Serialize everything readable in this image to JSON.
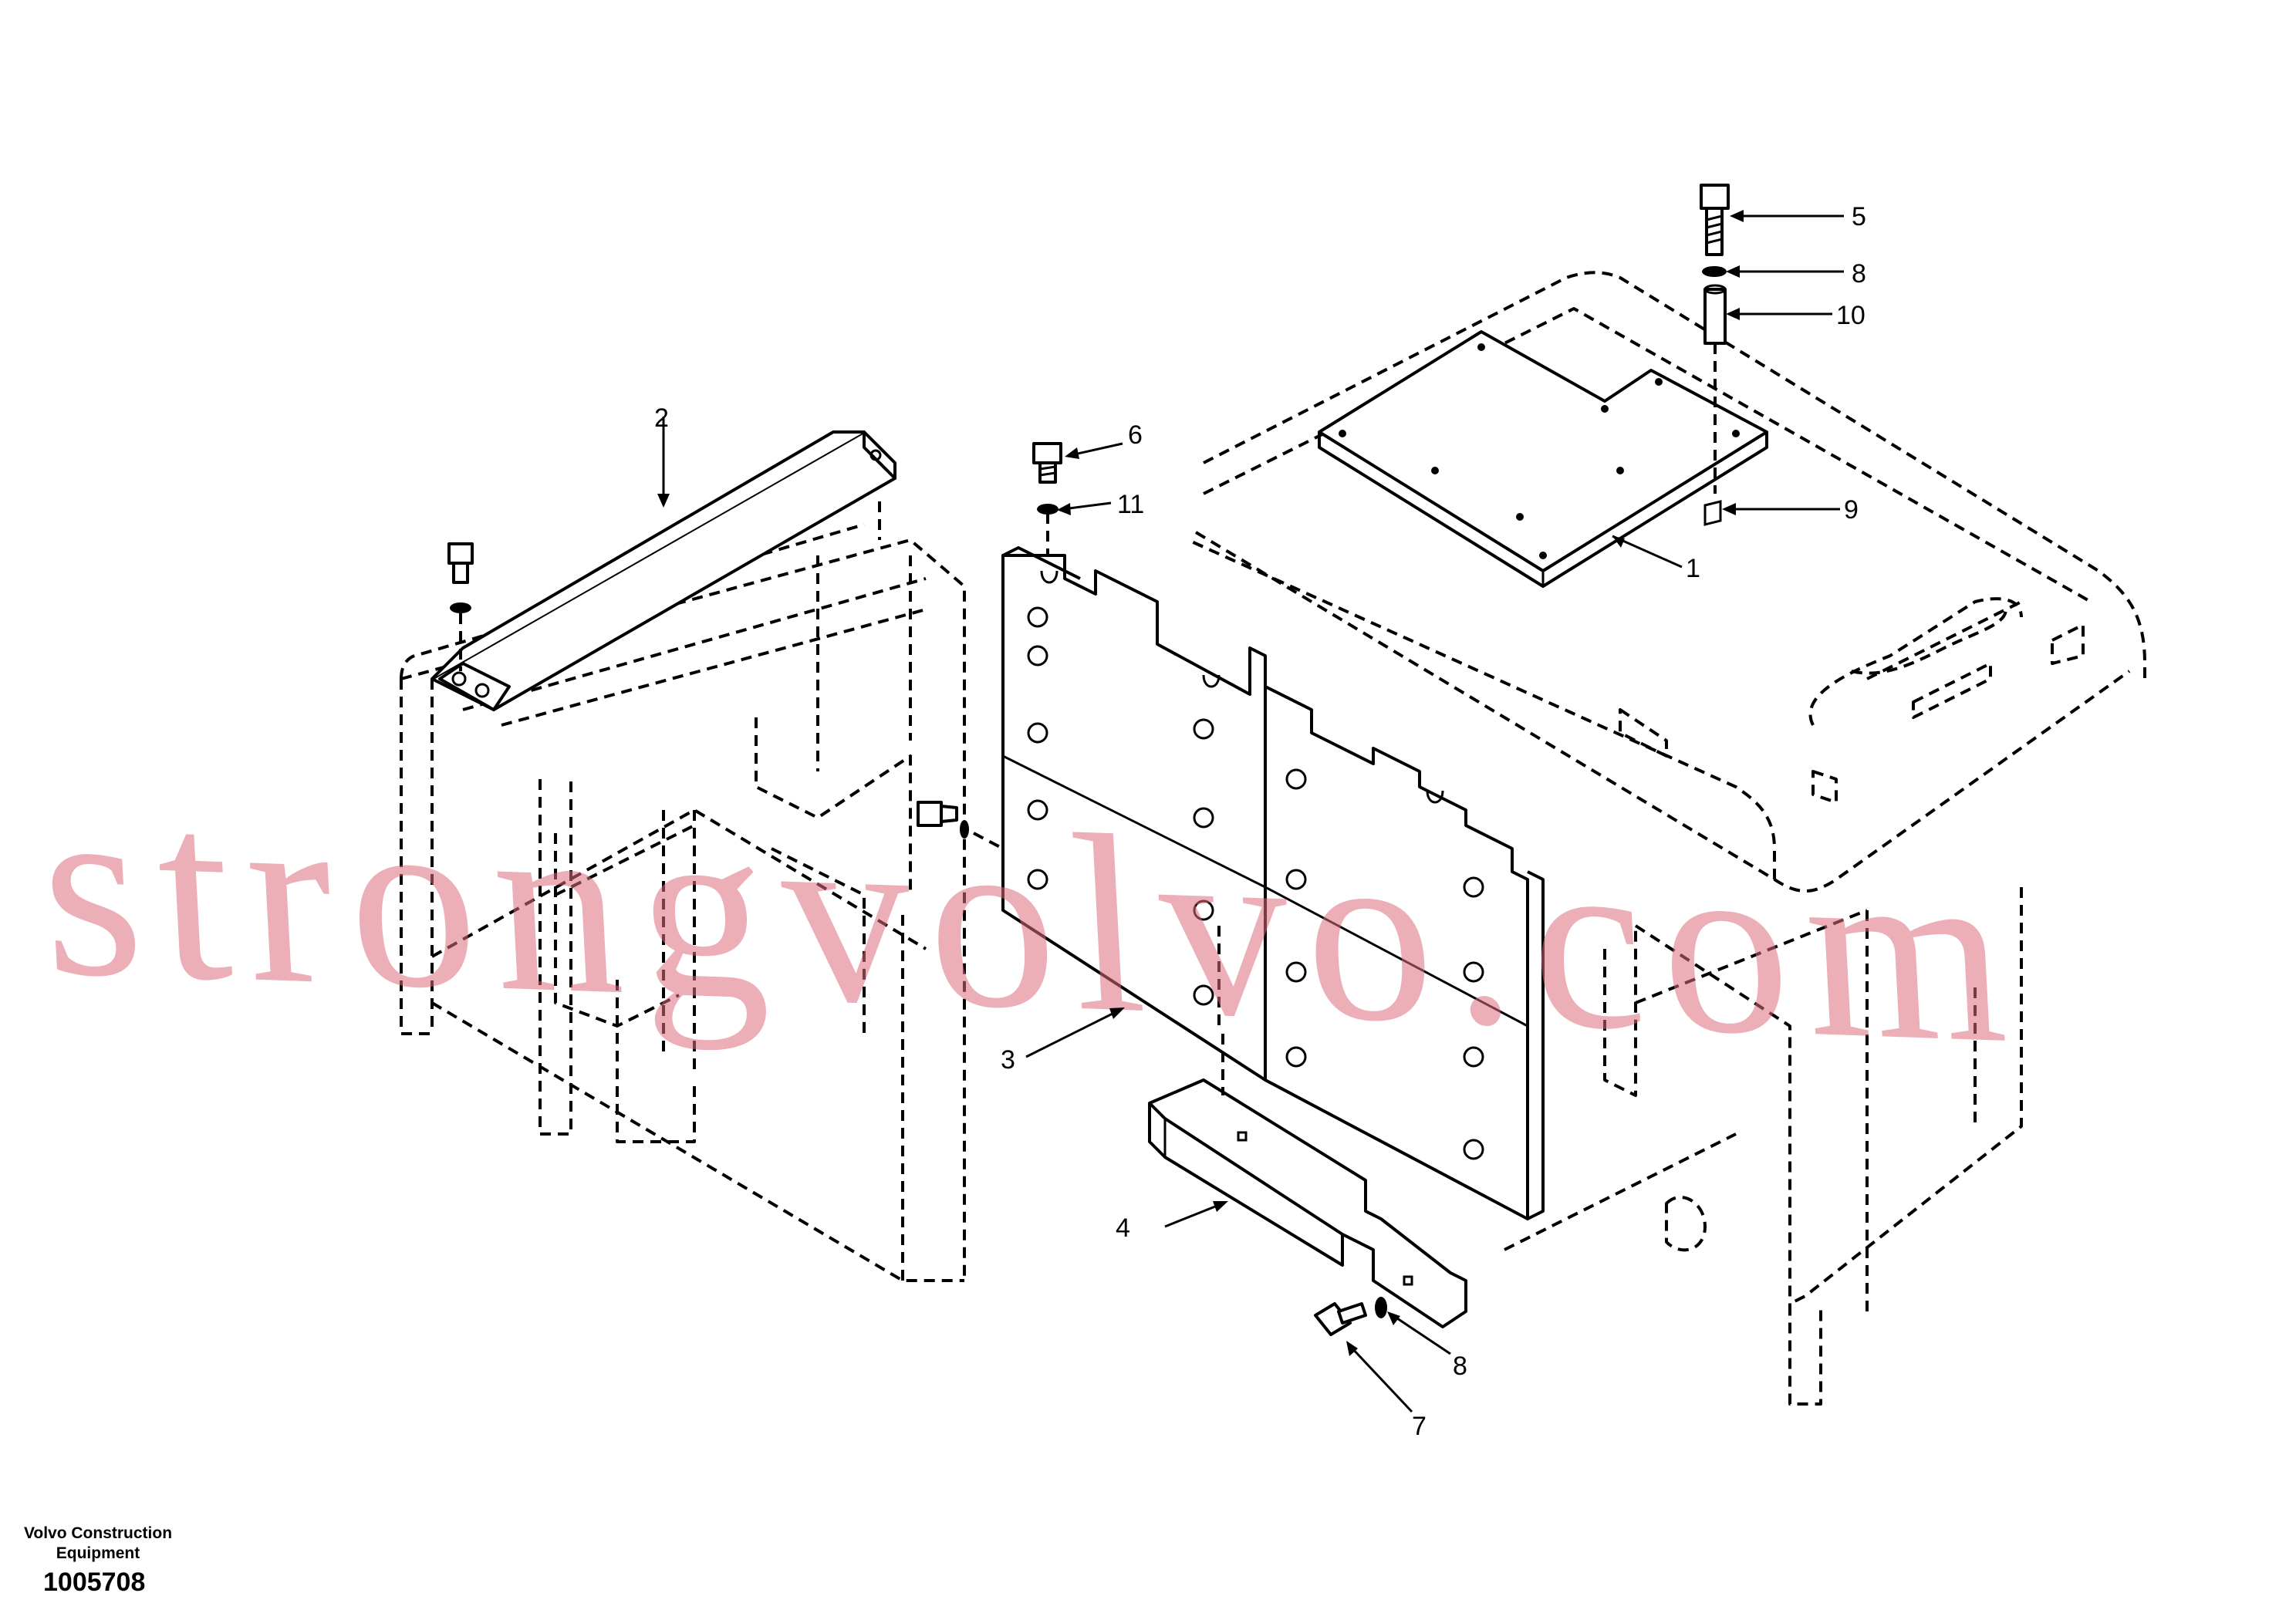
{
  "callouts": [
    {
      "label": "1"
    },
    {
      "label": "2"
    },
    {
      "label": "3"
    },
    {
      "label": "4"
    },
    {
      "label": "5"
    },
    {
      "label": "6"
    },
    {
      "label": "7"
    },
    {
      "label": "8"
    },
    {
      "label": "8"
    },
    {
      "label": "9"
    },
    {
      "label": "10"
    },
    {
      "label": "11"
    }
  ],
  "watermark": "strongvolvo.com",
  "footer": {
    "organization": "Volvo Construction Equipment",
    "drawing_number": "1005708"
  }
}
